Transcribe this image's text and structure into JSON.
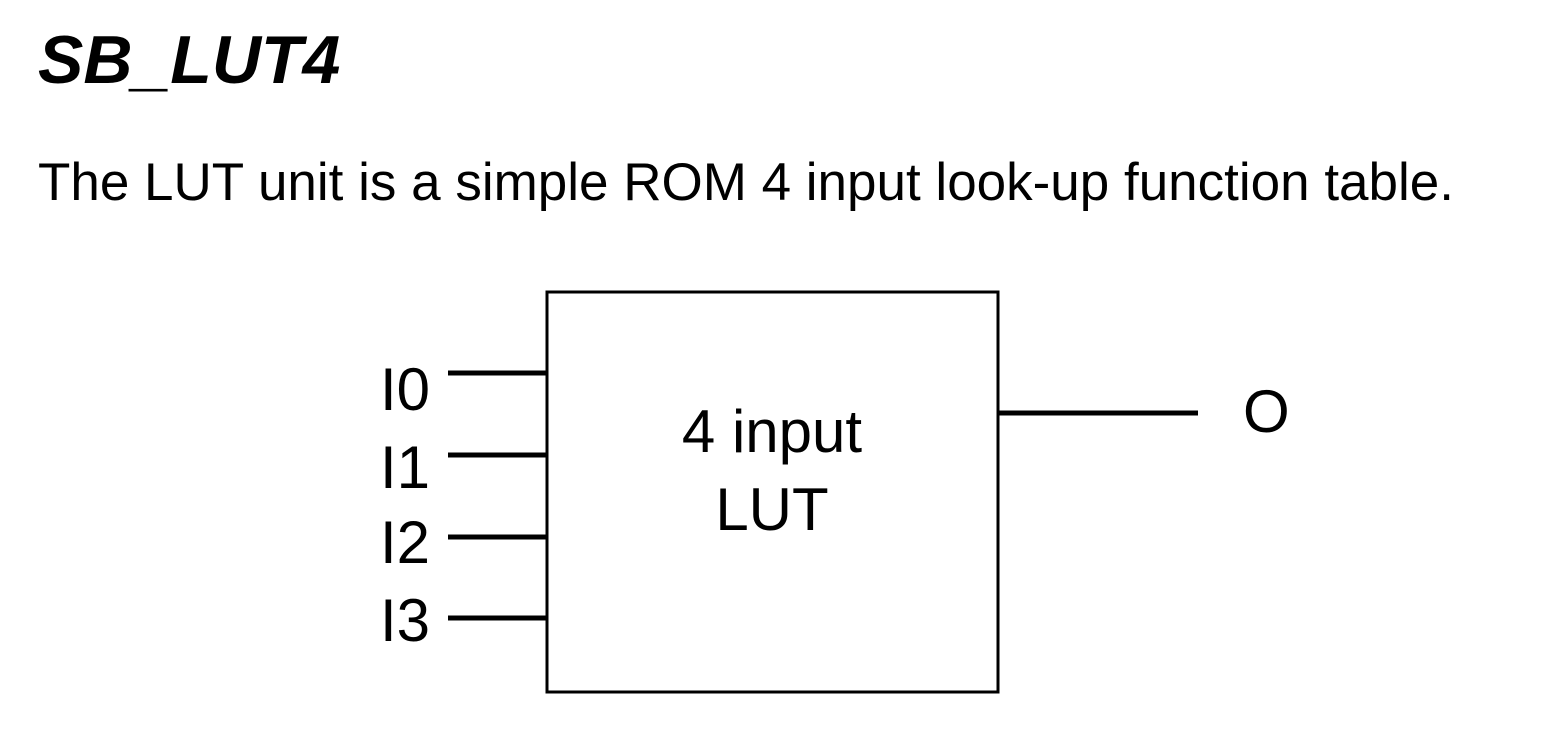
{
  "heading": {
    "title": "SB_LUT4",
    "description": "The LUT unit is a simple ROM 4 input look-up function table."
  },
  "diagram": {
    "block": {
      "line1": "4 input",
      "line2": "LUT"
    },
    "inputs": [
      {
        "label": "I0"
      },
      {
        "label": "I1"
      },
      {
        "label": "I2"
      },
      {
        "label": "I3"
      }
    ],
    "output": {
      "label": "O"
    }
  }
}
